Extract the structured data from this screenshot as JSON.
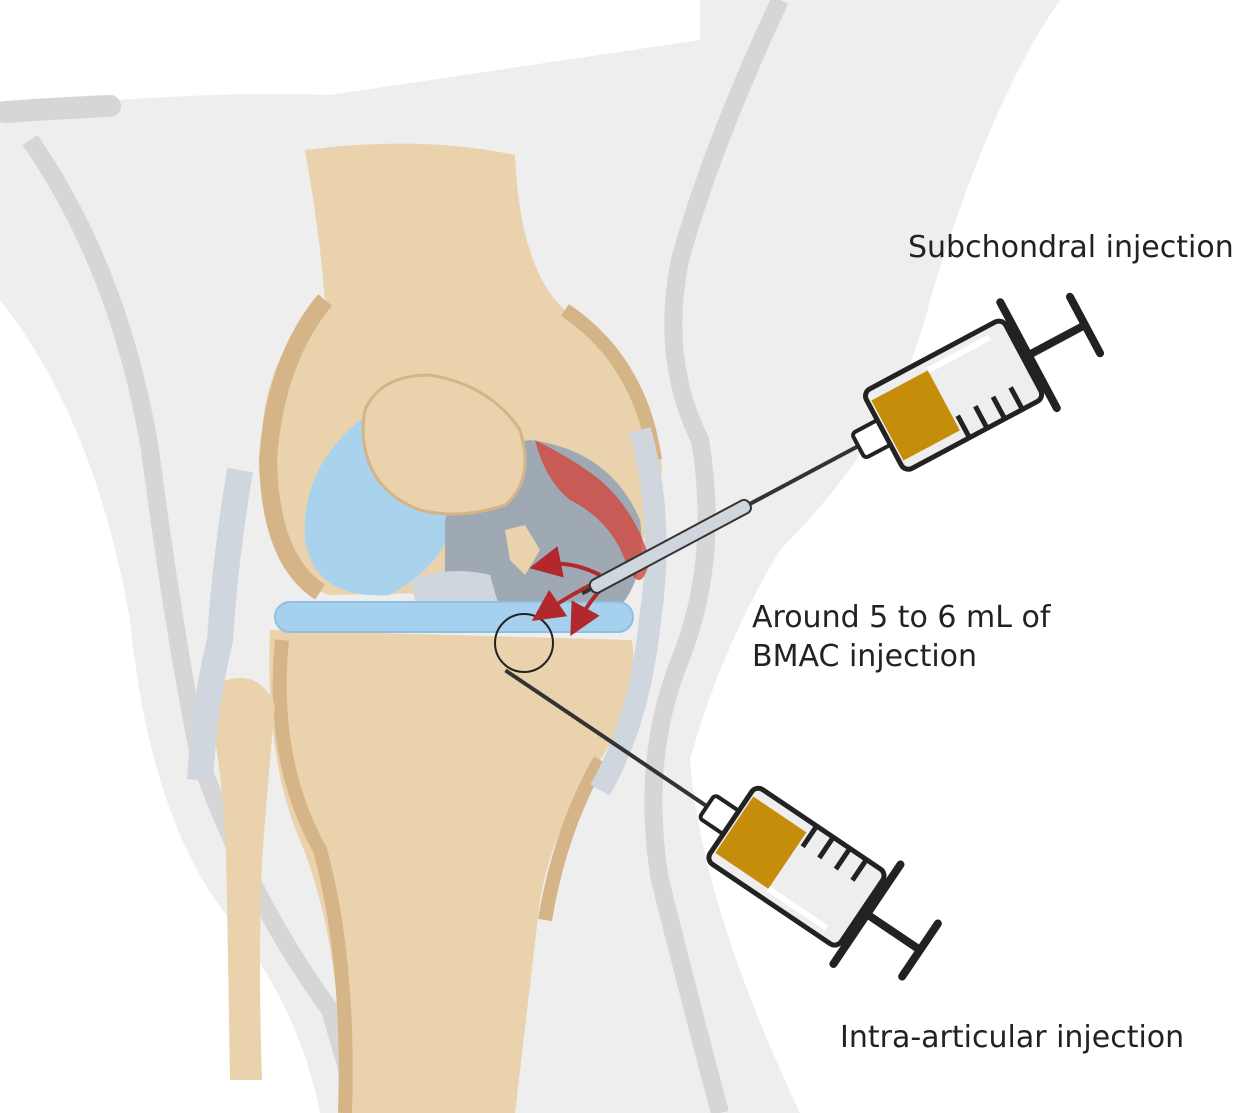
{
  "labels": {
    "subchondral": "Subchondral injection",
    "volume_line1": "Around 5 to 6 mL of",
    "volume_line2": "BMAC injection",
    "intra_articular": "Intra-articular injection"
  },
  "colors": {
    "skin": "#eeeeee",
    "skin_edge": "#d6d6d6",
    "bone": "#e9d2ac",
    "bone_shade": "#d5b487",
    "cartilage": "#a9d2ec",
    "meniscus": "#a5d1ee",
    "ligament": "#cfd6dd",
    "damaged_bone": "#9fa9b3",
    "inflammation": "#d2473e",
    "bmac_fluid": "#c68d0a",
    "arrow": "#b3282d",
    "syringe_outline": "#222222"
  }
}
